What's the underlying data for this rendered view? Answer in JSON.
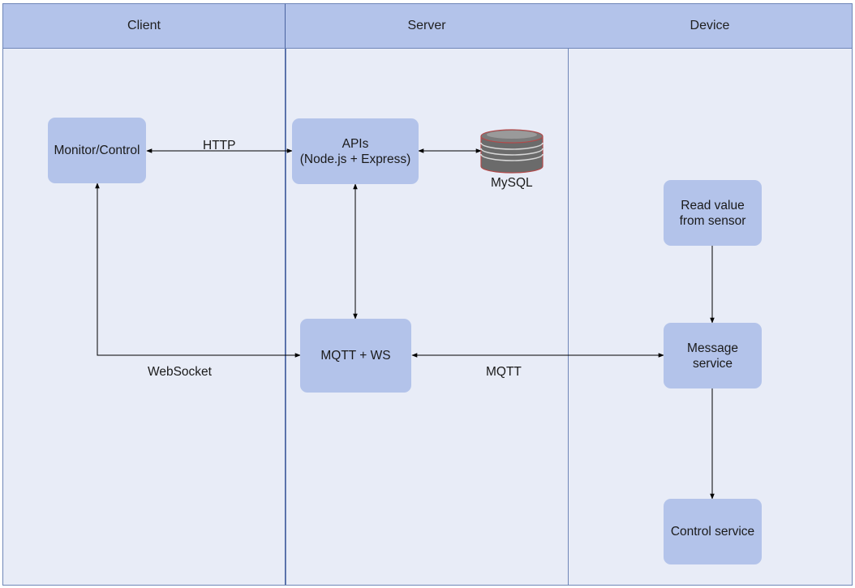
{
  "lanes": {
    "client": {
      "title": "Client"
    },
    "server": {
      "title": "Server"
    },
    "device": {
      "title": "Device"
    }
  },
  "nodes": {
    "monitor_control": {
      "lines": [
        "Monitor/Control"
      ]
    },
    "apis": {
      "lines": [
        "APIs",
        "(Node.js + Express)"
      ]
    },
    "mysql": {
      "label": "MySQL",
      "icon": "database-cylinder-icon"
    },
    "mqtt_ws": {
      "lines": [
        "MQTT + WS"
      ]
    },
    "read_value": {
      "lines": [
        "Read value",
        "from sensor"
      ]
    },
    "message_service": {
      "lines": [
        "Message",
        "service"
      ]
    },
    "control_service": {
      "lines": [
        "Control service"
      ]
    }
  },
  "edges": {
    "http": {
      "label": "HTTP"
    },
    "websocket": {
      "label": "WebSocket"
    },
    "mqtt": {
      "label": "MQTT"
    }
  },
  "colors": {
    "lane_fill": "#e8ecf7",
    "header_fill": "#b3c3ea",
    "node_fill": "#b3c3ea",
    "lane_border": "#6f86b8",
    "arrow": "#000000",
    "db_body": "#6b6b6b",
    "db_outline": "#b34a4a"
  }
}
